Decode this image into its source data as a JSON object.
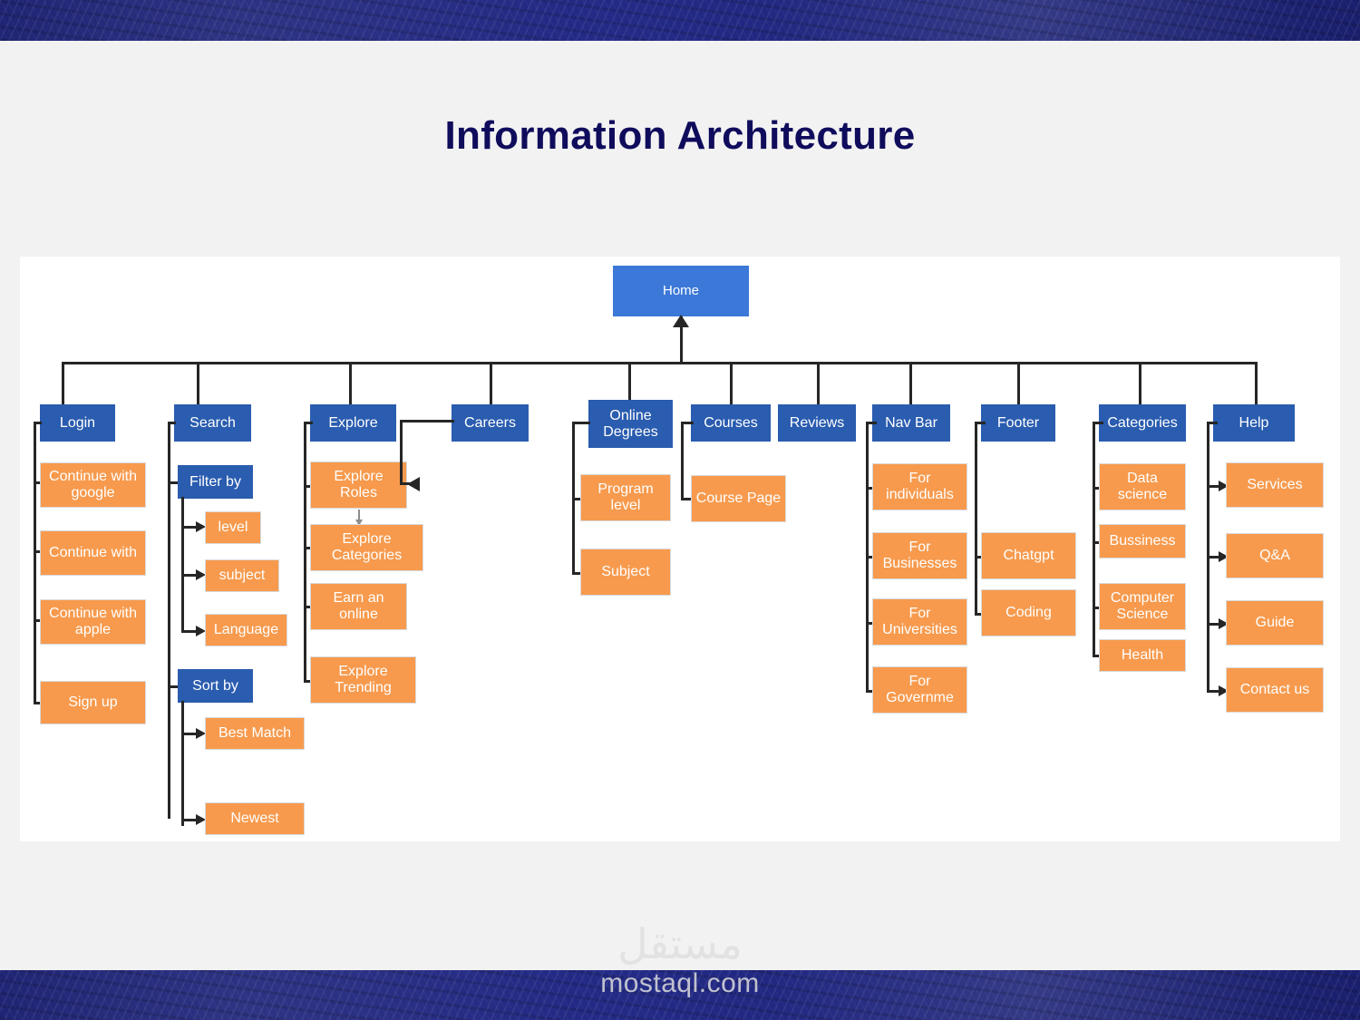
{
  "page": {
    "title": "Information Architecture",
    "title_color": "#100c5c",
    "background_color": "#f2f2f2",
    "band_color": "#181d6b",
    "canvas_color": "#ffffff"
  },
  "palette": {
    "root": "#3c78d8",
    "branch": "#2a5caf",
    "leaf": "#f79a4d",
    "connector": "#262626"
  },
  "watermark": {
    "arabic": "مستقل",
    "latin": "mostaql.com"
  },
  "chart_data": {
    "type": "diagram",
    "title": "Information Architecture",
    "root": "Home",
    "nodes": [
      {
        "id": "home",
        "label": "Home",
        "level": 0,
        "color": "#3c78d8"
      },
      {
        "id": "login",
        "label": "Login",
        "level": 1,
        "color": "#2a5caf"
      },
      {
        "id": "search",
        "label": "Search",
        "level": 1,
        "color": "#2a5caf"
      },
      {
        "id": "explore",
        "label": "Explore",
        "level": 1,
        "color": "#2a5caf"
      },
      {
        "id": "careers",
        "label": "Careers",
        "level": 1,
        "color": "#2a5caf"
      },
      {
        "id": "online-degrees",
        "label": "Online Degrees",
        "level": 1,
        "color": "#2a5caf"
      },
      {
        "id": "courses",
        "label": "Courses",
        "level": 1,
        "color": "#2a5caf"
      },
      {
        "id": "reviews",
        "label": "Reviews",
        "level": 1,
        "color": "#2a5caf"
      },
      {
        "id": "nav-bar",
        "label": "Nav Bar",
        "level": 1,
        "color": "#2a5caf"
      },
      {
        "id": "footer",
        "label": "Footer",
        "level": 1,
        "color": "#2a5caf"
      },
      {
        "id": "categories",
        "label": "Categories",
        "level": 1,
        "color": "#2a5caf"
      },
      {
        "id": "help",
        "label": "Help",
        "level": 1,
        "color": "#2a5caf"
      }
    ],
    "edges": [
      {
        "from": "home",
        "to": "login"
      },
      {
        "from": "home",
        "to": "search"
      },
      {
        "from": "home",
        "to": "explore"
      },
      {
        "from": "home",
        "to": "careers"
      },
      {
        "from": "home",
        "to": "online-degrees"
      },
      {
        "from": "home",
        "to": "courses"
      },
      {
        "from": "home",
        "to": "reviews"
      },
      {
        "from": "home",
        "to": "nav-bar"
      },
      {
        "from": "home",
        "to": "footer"
      },
      {
        "from": "home",
        "to": "categories"
      },
      {
        "from": "home",
        "to": "help"
      },
      {
        "from": "careers",
        "to": "explore-roles"
      },
      {
        "from": "explore-roles",
        "to": "explore-categories"
      }
    ]
  },
  "diagram": {
    "home": {
      "label": "Home"
    },
    "branches": {
      "login": {
        "label": "Login",
        "children": [
          {
            "label": "Continue with google"
          },
          {
            "label": "Continue with"
          },
          {
            "label": "Continue with apple"
          },
          {
            "label": "Sign up"
          }
        ]
      },
      "search": {
        "label": "Search",
        "filter_by": {
          "label": "Filter by"
        },
        "filter_children": [
          {
            "label": "level"
          },
          {
            "label": "subject"
          },
          {
            "label": "Language"
          }
        ],
        "sort_by": {
          "label": "Sort by"
        },
        "sort_children": [
          {
            "label": "Best Match"
          },
          {
            "label": "Newest"
          }
        ]
      },
      "explore": {
        "label": "Explore",
        "children": [
          {
            "label": "Explore Roles"
          },
          {
            "label": "Explore Categories"
          },
          {
            "label": "Earn an online"
          },
          {
            "label": "Explore Trending"
          }
        ]
      },
      "careers": {
        "label": "Careers",
        "children": []
      },
      "online_degrees": {
        "label": "Online Degrees",
        "children": [
          {
            "label": "Program level"
          },
          {
            "label": "Subject"
          }
        ]
      },
      "courses": {
        "label": "Courses",
        "children": [
          {
            "label": "Course Page"
          }
        ]
      },
      "reviews": {
        "label": "Reviews",
        "children": []
      },
      "nav_bar": {
        "label": "Nav Bar",
        "children": [
          {
            "label": "For individuals"
          },
          {
            "label": "For Businesses"
          },
          {
            "label": "For Universities"
          },
          {
            "label": "For Governme"
          }
        ]
      },
      "footer": {
        "label": "Footer",
        "children": [
          {
            "label": "Chatgpt"
          },
          {
            "label": "Coding"
          }
        ]
      },
      "categories": {
        "label": "Categories",
        "children": [
          {
            "label": "Data science"
          },
          {
            "label": "Bussiness"
          },
          {
            "label": "Computer Science"
          },
          {
            "label": "Health"
          }
        ]
      },
      "help": {
        "label": "Help",
        "children": [
          {
            "label": "Services"
          },
          {
            "label": "Q&A"
          },
          {
            "label": "Guide"
          },
          {
            "label": "Contact us"
          }
        ]
      }
    }
  }
}
